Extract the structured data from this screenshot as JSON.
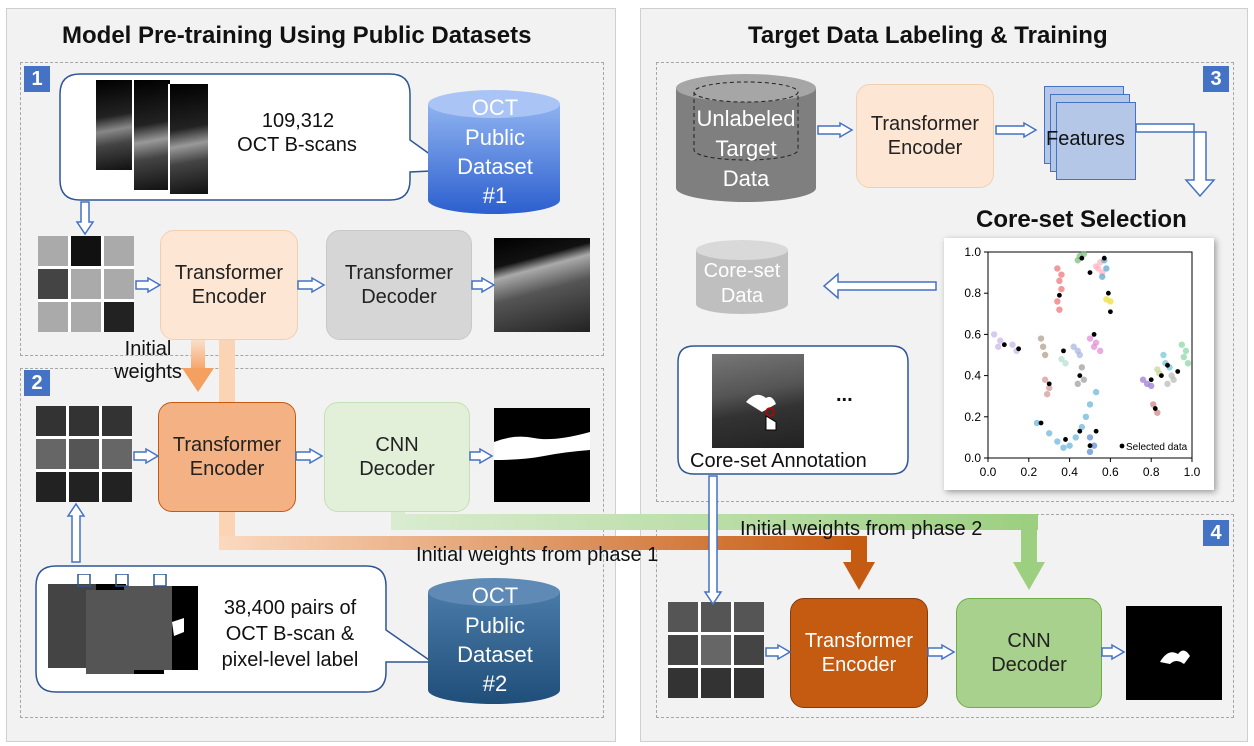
{
  "phase1": {
    "title": "Model Pre-training Using Public Datasets",
    "step1_num": "1",
    "step2_num": "2",
    "bscan_count": "109,312",
    "bscan_label": "OCT B-scans",
    "dataset1": [
      "OCT",
      "Public",
      "Dataset",
      "#1"
    ],
    "transformer_encoder": [
      "Transformer",
      "Encoder"
    ],
    "transformer_decoder": [
      "Transformer",
      "Decoder"
    ],
    "initial_weights": [
      "Initial",
      "weights"
    ],
    "encoder2": [
      "Transformer",
      "Encoder"
    ],
    "cnn_decoder": [
      "CNN",
      "Decoder"
    ],
    "pairs_text": [
      "38,400  pairs of",
      "OCT B-scan  &",
      "pixel-level label"
    ],
    "dataset2": [
      "OCT",
      "Public",
      "Dataset",
      "#2"
    ]
  },
  "phase2": {
    "title": "Target Data Labeling & Training",
    "step3_num": "3",
    "step4_num": "4",
    "unlabeled": [
      "Unlabeled",
      "Target",
      "Data"
    ],
    "encoder": [
      "Transformer",
      "Encoder"
    ],
    "features": "Features",
    "coreset_title": "Core-set Selection",
    "coreset_data": [
      "Core-set",
      "Data"
    ],
    "annotation": "Core-set Annotation",
    "ellipsis": "...",
    "encoder4": [
      "Transformer",
      "Encoder"
    ],
    "cnn4": [
      "CNN",
      "Decoder"
    ]
  },
  "flows": {
    "from_phase1": "Initial weights from phase 1",
    "from_phase2": "Initial weights from phase 2"
  },
  "chart_data": {
    "type": "scatter",
    "xlim": [
      0,
      1
    ],
    "ylim": [
      0,
      1
    ],
    "xticks": [
      "0.0",
      "0.2",
      "0.4",
      "0.6",
      "0.8",
      "1.0"
    ],
    "yticks": [
      "0.0",
      "0.2",
      "0.4",
      "0.6",
      "0.8",
      "1.0"
    ],
    "legend": "Selected data",
    "legend_position": "bottom-right",
    "selected": [
      [
        0.46,
        0.97
      ],
      [
        0.57,
        0.97
      ],
      [
        0.35,
        0.79
      ],
      [
        0.59,
        0.8
      ],
      [
        0.08,
        0.55
      ],
      [
        0.15,
        0.53
      ],
      [
        0.37,
        0.52
      ],
      [
        0.52,
        0.6
      ],
      [
        0.45,
        0.4
      ],
      [
        0.8,
        0.38
      ],
      [
        0.88,
        0.45
      ],
      [
        0.85,
        0.4
      ],
      [
        0.93,
        0.42
      ],
      [
        0.3,
        0.36
      ],
      [
        0.26,
        0.17
      ],
      [
        0.38,
        0.09
      ],
      [
        0.45,
        0.13
      ],
      [
        0.53,
        0.13
      ],
      [
        0.5,
        0.06
      ],
      [
        0.82,
        0.24
      ],
      [
        0.5,
        0.9
      ],
      [
        0.6,
        0.71
      ]
    ],
    "clusters": [
      {
        "color": "#7fbf7f",
        "points": [
          [
            0.45,
            0.98
          ],
          [
            0.47,
            0.99
          ],
          [
            0.44,
            0.96
          ]
        ]
      },
      {
        "color": "#ffb6c1",
        "points": [
          [
            0.53,
            0.93
          ],
          [
            0.56,
            0.9
          ],
          [
            0.55,
            0.95
          ],
          [
            0.54,
            0.92
          ]
        ]
      },
      {
        "color": "#5fa8d3",
        "points": [
          [
            0.57,
            0.96
          ],
          [
            0.58,
            0.92
          ],
          [
            0.56,
            0.88
          ]
        ]
      },
      {
        "color": "#ee7777",
        "points": [
          [
            0.34,
            0.92
          ],
          [
            0.35,
            0.86
          ],
          [
            0.36,
            0.82
          ],
          [
            0.34,
            0.76
          ],
          [
            0.35,
            0.72
          ],
          [
            0.36,
            0.89
          ]
        ]
      },
      {
        "color": "#f0e130",
        "points": [
          [
            0.58,
            0.77
          ],
          [
            0.6,
            0.76
          ]
        ]
      },
      {
        "color": "#c9b8e8",
        "points": [
          [
            0.03,
            0.6
          ],
          [
            0.06,
            0.57
          ],
          [
            0.05,
            0.54
          ],
          [
            0.12,
            0.55
          ],
          [
            0.14,
            0.52
          ]
        ]
      },
      {
        "color": "#b0a090",
        "points": [
          [
            0.26,
            0.58
          ],
          [
            0.27,
            0.54
          ],
          [
            0.28,
            0.5
          ]
        ]
      },
      {
        "color": "#aab7e0",
        "points": [
          [
            0.42,
            0.54
          ],
          [
            0.44,
            0.52
          ],
          [
            0.45,
            0.5
          ]
        ]
      },
      {
        "color": "#e38fd5",
        "points": [
          [
            0.5,
            0.58
          ],
          [
            0.53,
            0.56
          ],
          [
            0.55,
            0.52
          ],
          [
            0.52,
            0.54
          ]
        ]
      },
      {
        "color": "#b7e0d0",
        "points": [
          [
            0.36,
            0.48
          ],
          [
            0.38,
            0.46
          ]
        ]
      },
      {
        "color": "#a0a0a0",
        "points": [
          [
            0.46,
            0.44
          ],
          [
            0.47,
            0.38
          ],
          [
            0.44,
            0.36
          ]
        ]
      },
      {
        "color": "#d39a9a",
        "points": [
          [
            0.28,
            0.38
          ],
          [
            0.3,
            0.34
          ],
          [
            0.29,
            0.31
          ]
        ]
      },
      {
        "color": "#9b7fd1",
        "points": [
          [
            0.76,
            0.38
          ],
          [
            0.78,
            0.36
          ],
          [
            0.8,
            0.35
          ]
        ]
      },
      {
        "color": "#77c7d8",
        "points": [
          [
            0.86,
            0.5
          ],
          [
            0.87,
            0.46
          ],
          [
            0.89,
            0.44
          ]
        ]
      },
      {
        "color": "#c9d59a",
        "points": [
          [
            0.83,
            0.43
          ],
          [
            0.84,
            0.41
          ]
        ]
      },
      {
        "color": "#bbbbbb",
        "points": [
          [
            0.9,
            0.4
          ],
          [
            0.91,
            0.38
          ],
          [
            0.88,
            0.36
          ]
        ]
      },
      {
        "color": "#8fd8a8",
        "points": [
          [
            0.95,
            0.55
          ],
          [
            0.97,
            0.52
          ],
          [
            0.96,
            0.49
          ],
          [
            0.98,
            0.46
          ]
        ]
      },
      {
        "color": "#6fb7d8",
        "points": [
          [
            0.24,
            0.17
          ],
          [
            0.3,
            0.12
          ],
          [
            0.34,
            0.08
          ],
          [
            0.37,
            0.05
          ],
          [
            0.4,
            0.06
          ],
          [
            0.43,
            0.1
          ],
          [
            0.46,
            0.15
          ],
          [
            0.48,
            0.2
          ],
          [
            0.5,
            0.26
          ],
          [
            0.53,
            0.32
          ]
        ]
      },
      {
        "color": "#5f8fd0",
        "points": [
          [
            0.5,
            0.03
          ],
          [
            0.52,
            0.06
          ],
          [
            0.5,
            0.1
          ]
        ]
      },
      {
        "color": "#cc8888",
        "points": [
          [
            0.81,
            0.26
          ],
          [
            0.83,
            0.22
          ]
        ]
      }
    ]
  }
}
